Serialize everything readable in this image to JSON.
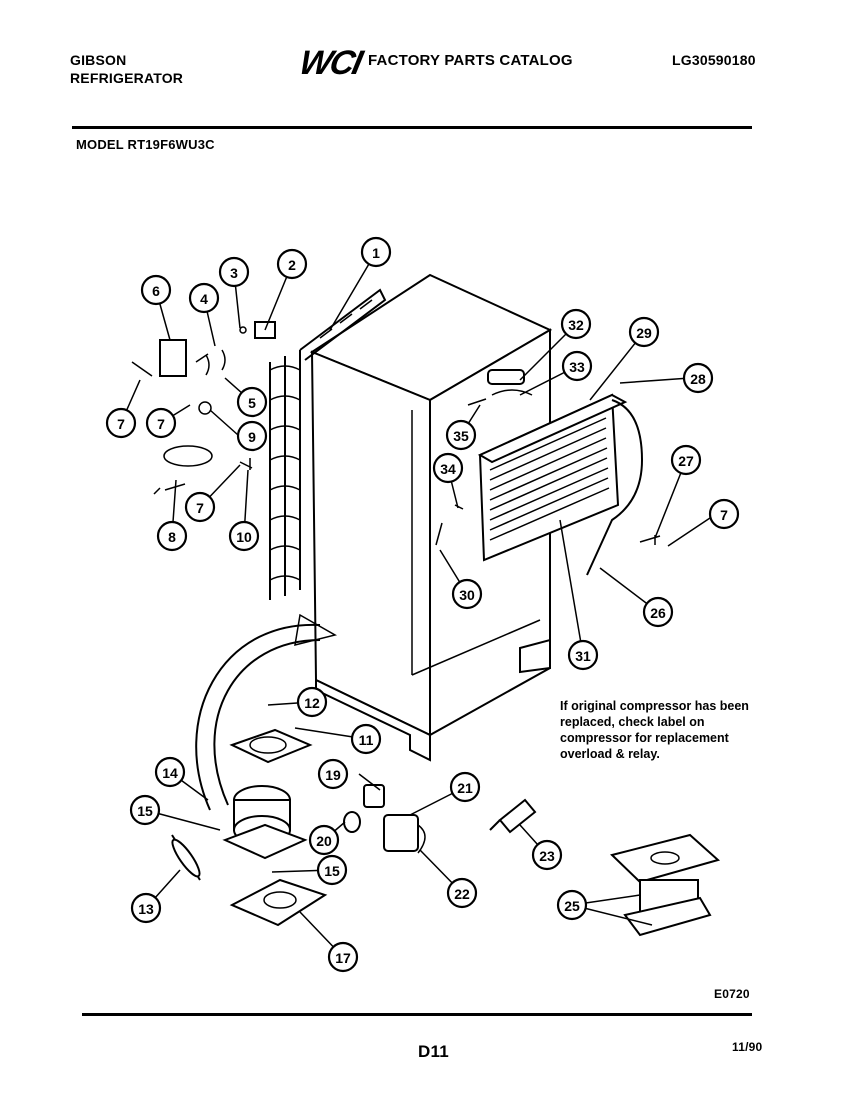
{
  "header": {
    "brand_line1": "GIBSON",
    "brand_line2": "REFRIGERATOR",
    "logo_text": "WCI",
    "catalog_title": "FACTORY PARTS CATALOG",
    "catalog_number": "LG30590180"
  },
  "model_label": "MODEL RT19F6WU3C",
  "note": "If original compressor has been replaced, check label on compressor for replacement overload & relay.",
  "footer": {
    "drawing_code": "E0720",
    "page_number": "D11",
    "date": "11/90"
  },
  "callouts": [
    "1",
    "2",
    "3",
    "4",
    "5",
    "6",
    "7",
    "7",
    "7",
    "7",
    "8",
    "9",
    "10",
    "11",
    "12",
    "13",
    "14",
    "15",
    "15",
    "17",
    "19",
    "20",
    "21",
    "22",
    "23",
    "25",
    "26",
    "27",
    "28",
    "29",
    "30",
    "31",
    "32",
    "33",
    "34",
    "35"
  ]
}
